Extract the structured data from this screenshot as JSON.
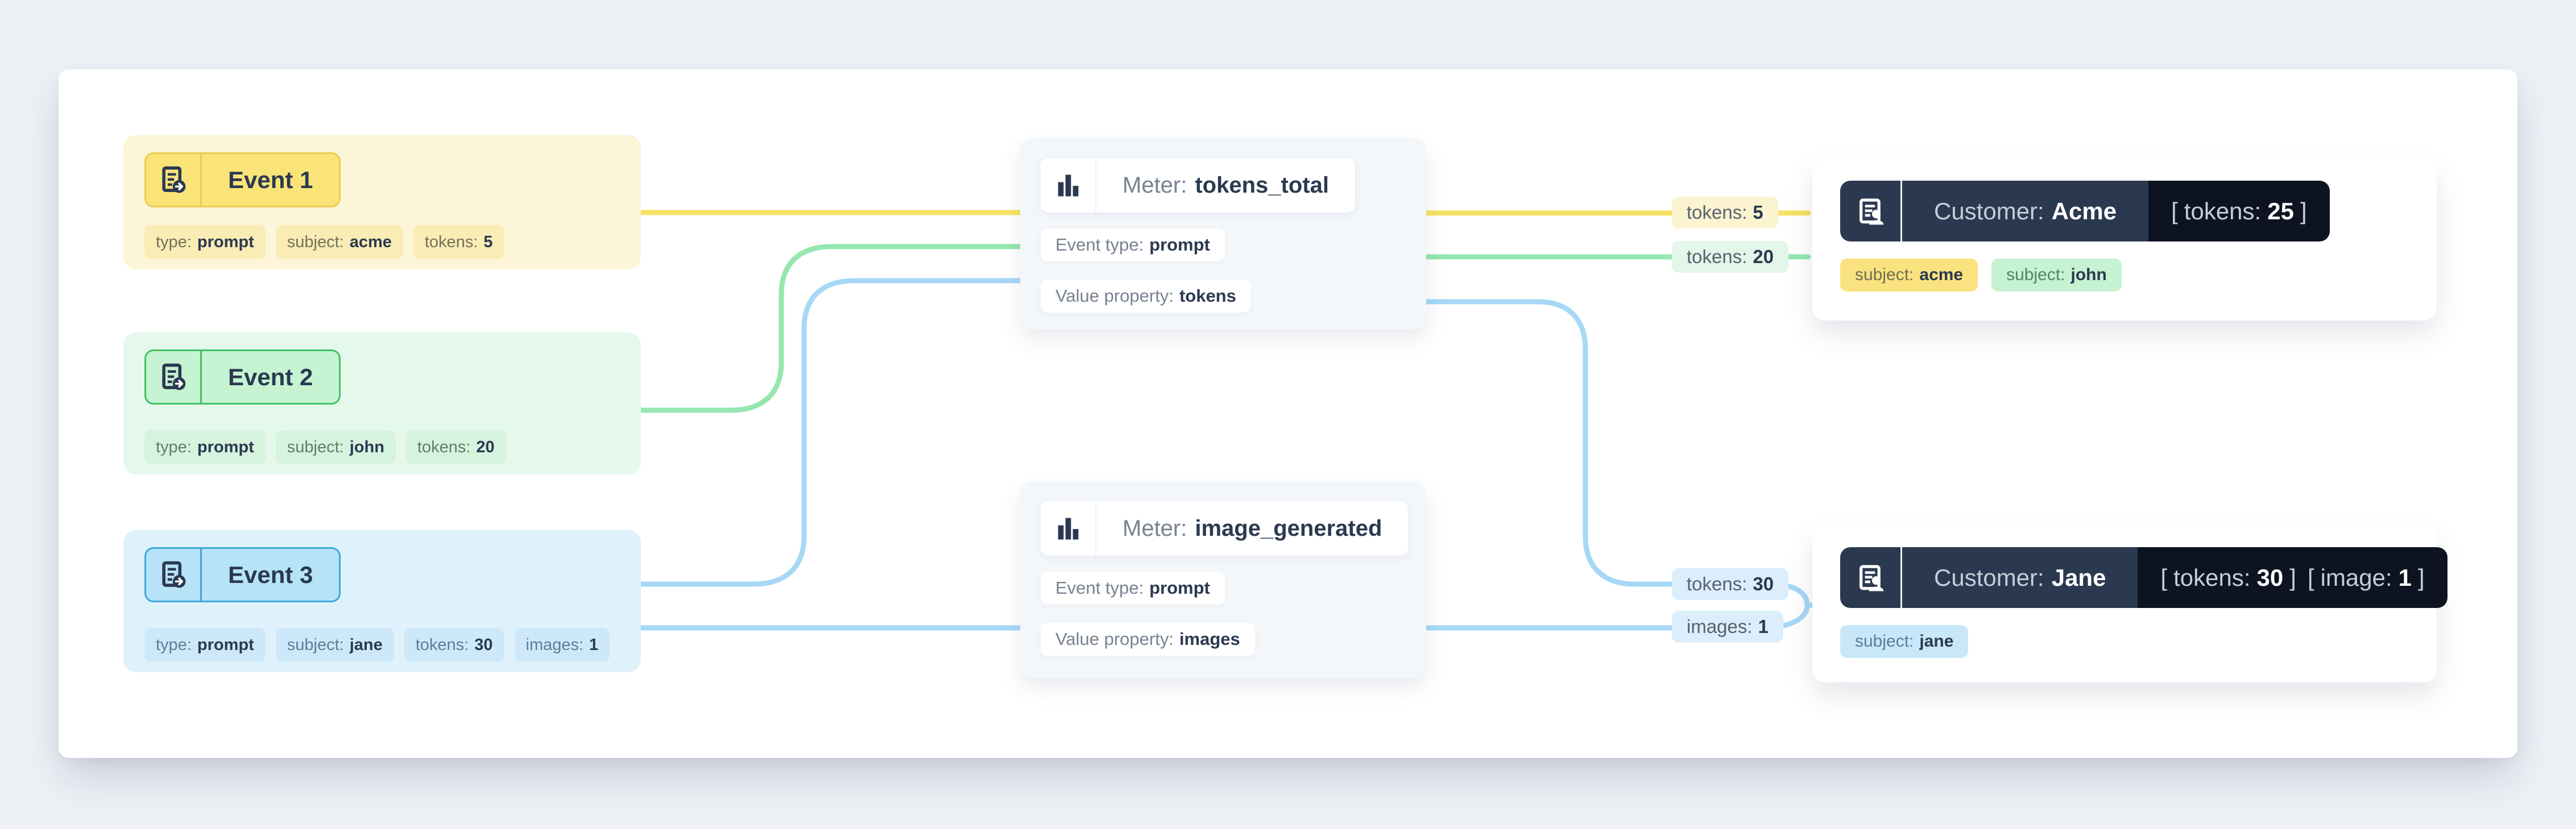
{
  "colors": {
    "page-bg": "#edf0f5",
    "navy": "#2b3950",
    "gray-label": "#78828f",
    "line-yellow": "#f6e263",
    "line-green": "#96e7af",
    "line-blue": "#a6d8f6",
    "meter-bg": "#f4f7fa",
    "cust-navy": "#2b3950",
    "cust-black": "#0d1320",
    "e1-bg": "#fdf5d8",
    "e1-badge": "#fae478",
    "e1-border": "#e9cd55",
    "e1-tag": "#f9ecb5",
    "e1-label": "#75715a",
    "e2-bg": "#e5f8ec",
    "e2-badge": "#c6f3d2",
    "e2-border": "#43c163",
    "e2-tag": "#d6f3de",
    "e2-label": "#5c806c",
    "e3-bg": "#dff1fb",
    "e3-badge": "#b7e3f8",
    "e3-border": "#3fa8db",
    "e3-tag": "#cde9f9",
    "e3-label": "#5c7e98",
    "lbl-yellow-bg": "#fcf3d0",
    "lbl-green-bg": "#e2f6e9",
    "lbl-blue-bg": "#dceefb",
    "tag-acme": "#fae37e",
    "tag-john": "#c5f2d1",
    "tag-jane": "#c8e8fa"
  },
  "events": [
    {
      "title": "Event 1",
      "tags": [
        {
          "label": "type:",
          "value": "prompt"
        },
        {
          "label": "subject:",
          "value": "acme"
        },
        {
          "label": "tokens:",
          "value": "5"
        }
      ]
    },
    {
      "title": "Event 2",
      "tags": [
        {
          "label": "type:",
          "value": "prompt"
        },
        {
          "label": "subject:",
          "value": "john"
        },
        {
          "label": "tokens:",
          "value": "20"
        }
      ]
    },
    {
      "title": "Event 3",
      "tags": [
        {
          "label": "type:",
          "value": "prompt"
        },
        {
          "label": "subject:",
          "value": "jane"
        },
        {
          "label": "tokens:",
          "value": "30"
        },
        {
          "label": "images:",
          "value": "1"
        }
      ]
    }
  ],
  "meters": [
    {
      "title_label": "Meter:",
      "title_value": "tokens_total",
      "chips": [
        {
          "label": "Event type:",
          "value": "prompt"
        },
        {
          "label": "Value property:",
          "value": "tokens"
        }
      ]
    },
    {
      "title_label": "Meter:",
      "title_value": "image_generated",
      "chips": [
        {
          "label": "Event type:",
          "value": "prompt"
        },
        {
          "label": "Value property:",
          "value": "images"
        }
      ]
    }
  ],
  "customers": [
    {
      "label": "Customer:",
      "name": "Acme",
      "metrics": [
        {
          "open": "[",
          "label": "tokens:",
          "value": "25",
          "close": "]"
        }
      ],
      "tags": [
        {
          "label": "subject:",
          "value": "acme"
        },
        {
          "label": "subject:",
          "value": "john"
        }
      ]
    },
    {
      "label": "Customer:",
      "name": "Jane",
      "metrics": [
        {
          "open": "[",
          "label": "tokens:",
          "value": "30",
          "close": "]"
        },
        {
          "open": "[",
          "label": "image:",
          "value": "1",
          "close": "]"
        }
      ],
      "tags": [
        {
          "label": "subject:",
          "value": "jane"
        }
      ]
    }
  ],
  "flow_labels": [
    {
      "label": "tokens:",
      "value": "5"
    },
    {
      "label": "tokens:",
      "value": "20"
    },
    {
      "label": "tokens:",
      "value": "30"
    },
    {
      "label": "images:",
      "value": "1"
    }
  ]
}
